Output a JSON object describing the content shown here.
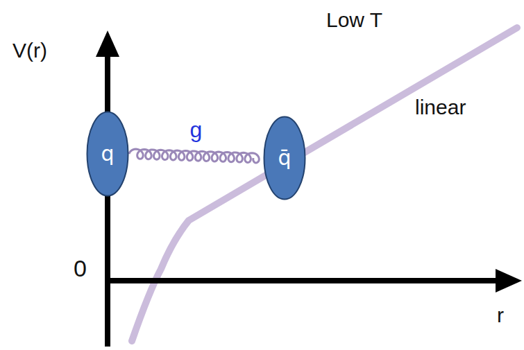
{
  "diagram": {
    "nodes": [
      {
        "text": [
          "q"
        ]
      },
      {
        "text": [
          "q̄"
        ]
      }
    ],
    "edges": [
      {
        "from": 0,
        "to": 1,
        "arrow": "none",
        "label": "g"
      }
    ],
    "labels": [
      "Low T",
      "V(r)",
      "linear",
      "0",
      "r"
    ]
  }
}
